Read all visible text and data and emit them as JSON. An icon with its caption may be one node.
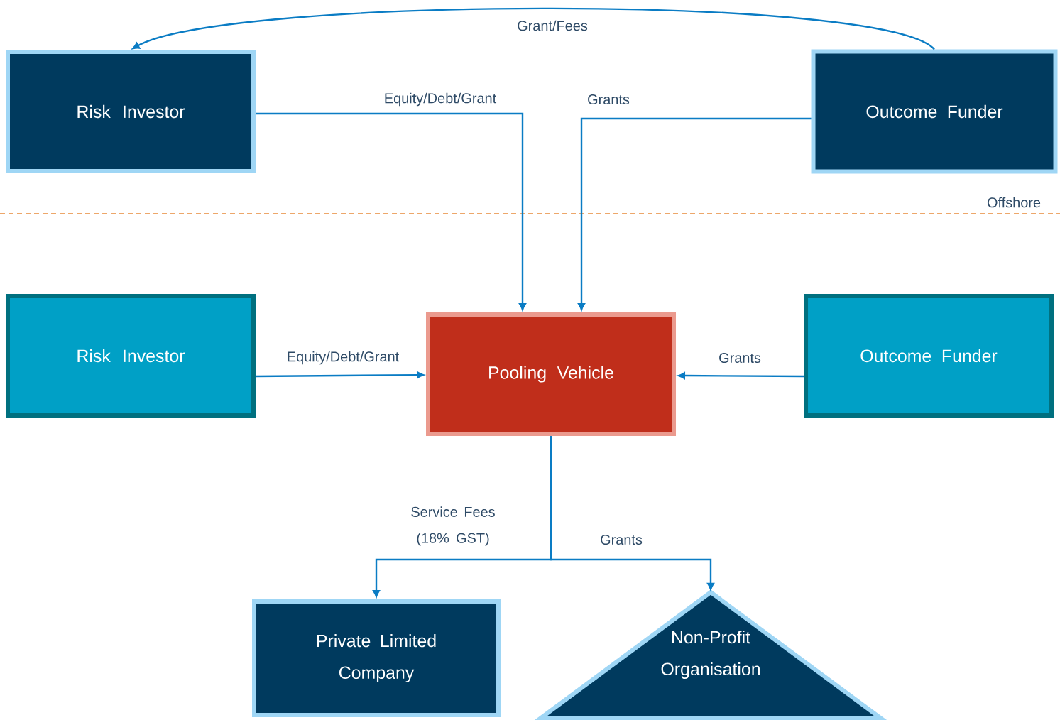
{
  "diagram": {
    "nodes": [
      {
        "text": [
          "Risk Investor"
        ]
      },
      {
        "text": [
          "Outcome Funder"
        ]
      },
      {
        "text": [
          "Risk Investor"
        ]
      },
      {
        "text": [
          "Pooling Vehicle"
        ]
      },
      {
        "text": [
          "Outcome Funder"
        ]
      },
      {
        "text": [
          "Private Limited Company"
        ]
      },
      {
        "text": [
          "Non-Profit Organisation"
        ]
      }
    ],
    "edges": [
      {
        "from": 1,
        "to": 0,
        "arrow": "to",
        "label": "Grant/Fees"
      },
      {
        "from": 0,
        "to": 3,
        "arrow": "to",
        "label": "Equity/Debt/Grant"
      },
      {
        "from": 1,
        "to": 3,
        "arrow": "to",
        "label": "Grants"
      },
      {
        "from": 2,
        "to": 3,
        "arrow": "to",
        "label": "Equity/Debt/Grant"
      },
      {
        "from": 4,
        "to": 3,
        "arrow": "to",
        "label": "Grants"
      },
      {
        "from": 3,
        "to": 5,
        "arrow": "to",
        "label": "Service Fees (18% GST)"
      },
      {
        "from": 3,
        "to": 6,
        "arrow": "to",
        "label": "Grants"
      }
    ],
    "labels": [
      "Offshore"
    ]
  }
}
